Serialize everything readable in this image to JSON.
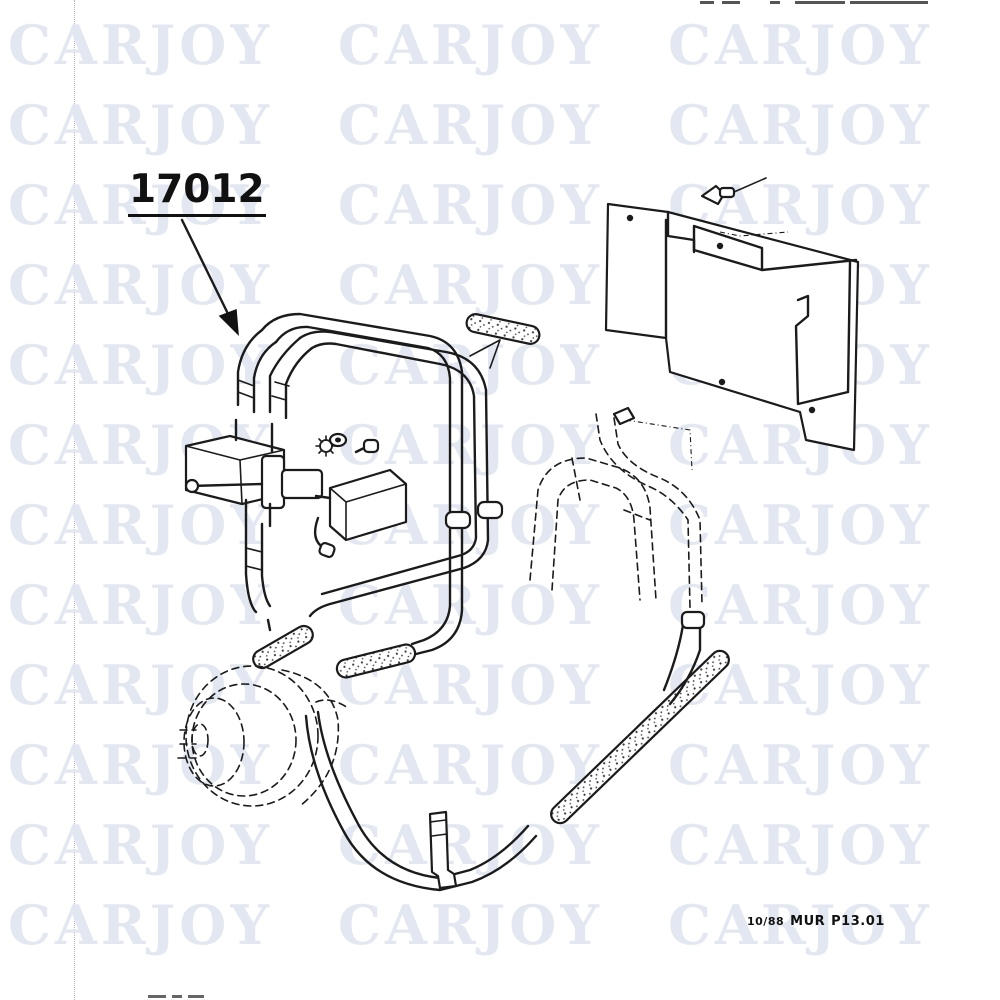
{
  "watermark": {
    "text": "CARJOY"
  },
  "part_number": "17012",
  "footer": {
    "date": "10/88",
    "code": "MUR",
    "page": "P13.01"
  }
}
